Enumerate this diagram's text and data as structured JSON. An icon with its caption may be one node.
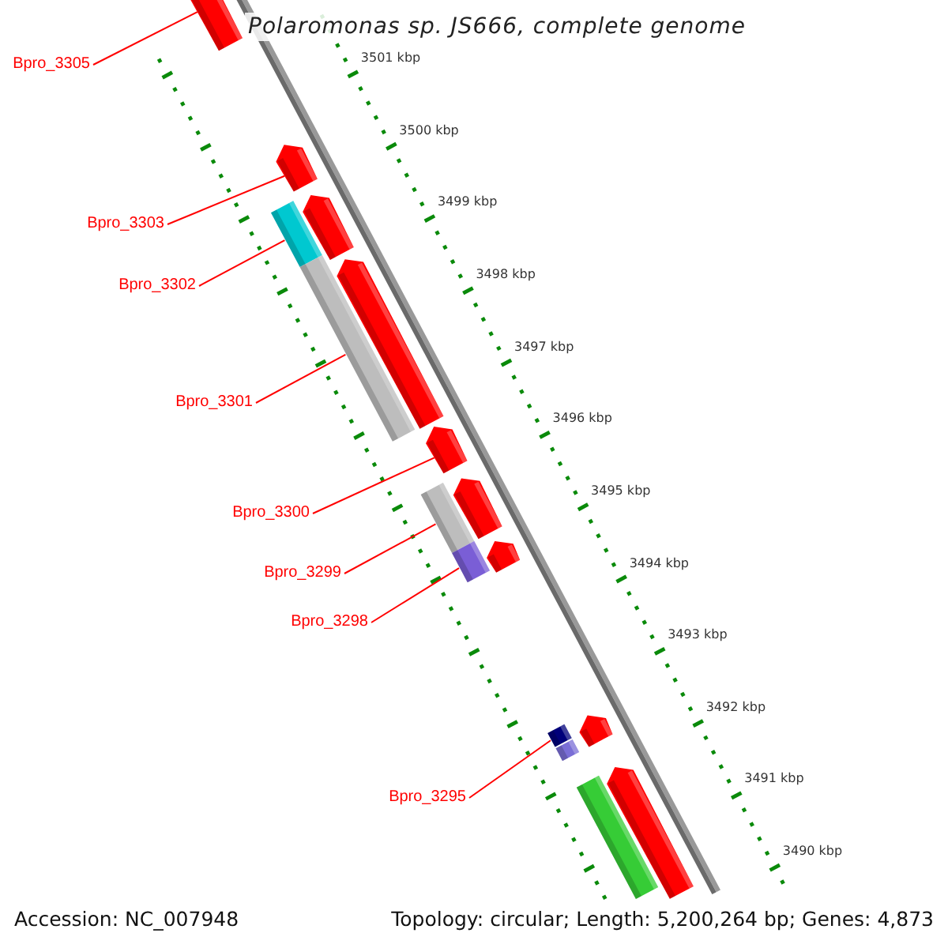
{
  "diagram": {
    "title": "Polaromonas sp. JS666, complete genome",
    "nodes": [
      {
        "text": [
          "Bpro_3305"
        ]
      },
      {
        "text": [
          "Bpro_3303"
        ]
      },
      {
        "text": [
          "Bpro_3302"
        ]
      },
      {
        "text": [
          "Bpro_3301"
        ]
      },
      {
        "text": [
          "Bpro_3300"
        ]
      },
      {
        "text": [
          "Bpro_3299"
        ]
      },
      {
        "text": [
          "Bpro_3298"
        ]
      },
      {
        "text": [
          "Bpro_3295"
        ]
      },
      {
        "text": [],
        "shape": "bar"
      },
      {
        "text": [],
        "shape": "bar"
      },
      {
        "text": [],
        "shape": "bar"
      },
      {
        "text": [],
        "shape": "bar"
      },
      {
        "text": [],
        "shape": "bar"
      },
      {
        "text": [],
        "shape": "bar"
      },
      {
        "text": [],
        "shape": "bar"
      },
      {
        "text": [],
        "shape": "bar"
      },
      {
        "text": [],
        "shape": "bar"
      },
      {
        "text": [],
        "shape": "bar"
      },
      {
        "text": [],
        "shape": "bar"
      },
      {
        "text": [],
        "shape": "bar"
      },
      {
        "text": [],
        "shape": "bar"
      },
      {
        "text": [],
        "shape": "bar"
      },
      {
        "text": [],
        "shape": "bar"
      },
      {
        "text": [],
        "shape": "bar"
      }
    ],
    "edges": [
      {
        "from": 0,
        "to": 8,
        "arrow": "none"
      },
      {
        "from": 1,
        "to": 9,
        "arrow": "none"
      },
      {
        "from": 2,
        "to": 10,
        "arrow": "none"
      },
      {
        "from": 3,
        "to": 12,
        "arrow": "none"
      },
      {
        "from": 4,
        "to": 14,
        "arrow": "none"
      },
      {
        "from": 5,
        "to": 15,
        "arrow": "none"
      },
      {
        "from": 6,
        "to": 17,
        "arrow": "none"
      },
      {
        "from": 7,
        "to": 19,
        "arrow": "none"
      }
    ],
    "labels": [
      "3501 kbp",
      "3500 kbp",
      "3499 kbp",
      "3498 kbp",
      "3497 kbp",
      "3496 kbp",
      "3495 kbp",
      "3494 kbp",
      "3493 kbp",
      "3492 kbp",
      "3491 kbp",
      "3490 kbp",
      "Accession: NC_007948",
      "Topology: circular; Length: 5,200,264 bp; Genes: 4,873"
    ]
  }
}
